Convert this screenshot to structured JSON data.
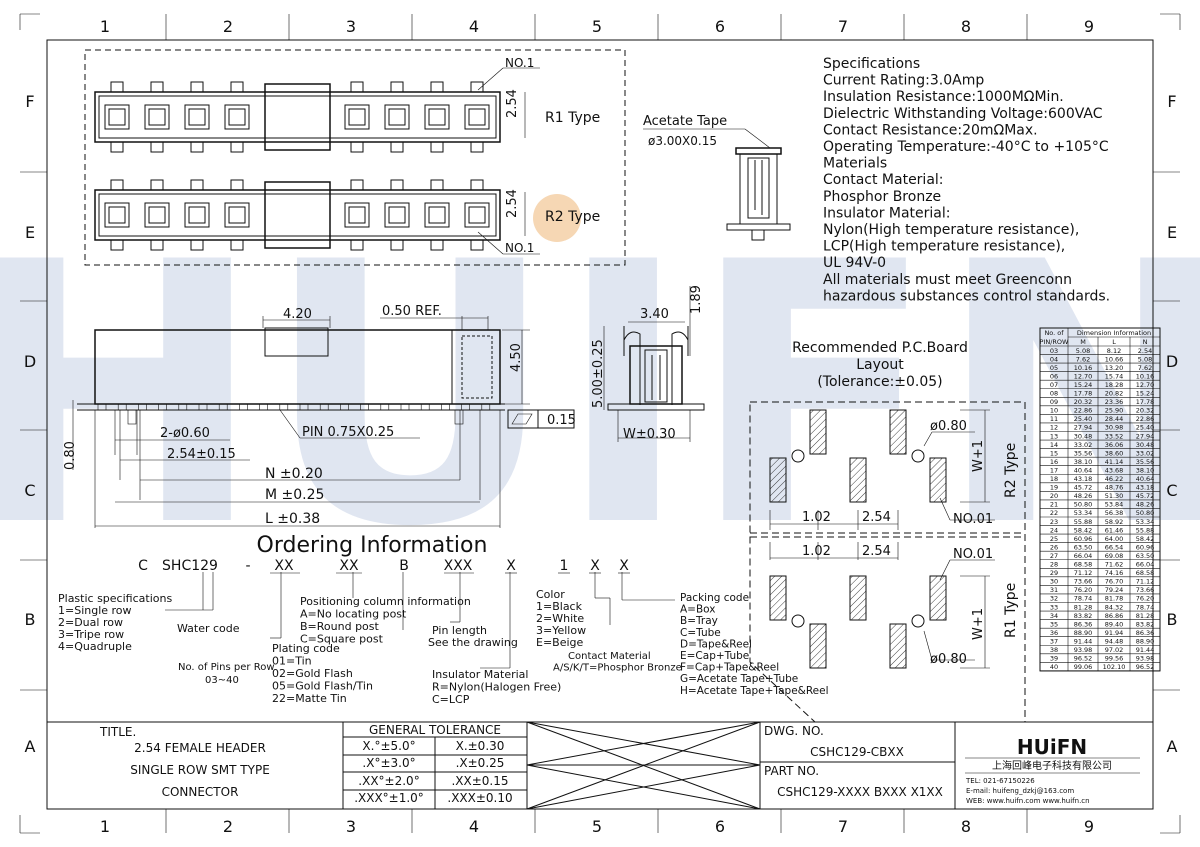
{
  "border": {
    "cols": [
      "1",
      "2",
      "3",
      "4",
      "5",
      "6",
      "7",
      "8",
      "9"
    ],
    "rows": [
      "F",
      "E",
      "D",
      "C",
      "B",
      "A"
    ]
  },
  "watermark": "HUIFN",
  "top_view": {
    "pitch_label": "2.54",
    "r1_label": "R1 Type",
    "r2_label": "R2 Type",
    "no1": "NO.1"
  },
  "tape": {
    "title": "Acetate Tape",
    "size": "ø3.00X0.15"
  },
  "specifications": {
    "lines": [
      "Specifications",
      "Current Rating:3.0Amp",
      "Insulation Resistance:1000MΩMin.",
      "Dielectric Withstanding Voltage:600VAC",
      "Contact Resistance:20mΩMax.",
      "Operating Temperature:-40°C to +105°C",
      "Materials",
      "Contact Material:",
      "Phosphor Bronze",
      "Insulator Material:",
      "Nylon(High temperature resistance),",
      "LCP(High temperature resistance),",
      "UL 94V-0",
      "All materials must meet Greenconn",
      "hazardous substances control standards."
    ]
  },
  "side_view": {
    "dim_420": "4.20",
    "dim_050": "0.50 REF.",
    "dim_450": "4.50",
    "flatness": "0.15",
    "dim_080": "0.80",
    "holes": "2-ø0.60",
    "pitch": "2.54±0.15",
    "pin": "PIN 0.75X0.25",
    "n": "N ±0.20",
    "m": "M ±0.25",
    "l": "L ±0.38"
  },
  "end_view": {
    "dim_340": "3.40",
    "dim_189": "1.89",
    "dim_500": "5.00±0.25",
    "w": "W±0.30"
  },
  "pcb": {
    "title1": "Recommended P.C.Board",
    "title2": "Layout",
    "tol": "(Tolerance:±0.05)",
    "hole": "ø0.80",
    "d102": "1.02",
    "d254": "2.54",
    "no01": "NO.01",
    "w1": "W+1",
    "r2": "R2 Type",
    "r1": "R1 Type"
  },
  "dim_table": {
    "h1": "No. of",
    "h2": "PIN/ROW",
    "h3": "Dimension Information",
    "cols": [
      "M",
      "L",
      "N"
    ],
    "rows": [
      [
        "03",
        "5.08",
        "8.12",
        "2.54"
      ],
      [
        "04",
        "7.62",
        "10.66",
        "5.08"
      ],
      [
        "05",
        "10.16",
        "13.20",
        "7.62"
      ],
      [
        "06",
        "12.70",
        "15.74",
        "10.16"
      ],
      [
        "07",
        "15.24",
        "18.28",
        "12.70"
      ],
      [
        "08",
        "17.78",
        "20.82",
        "15.24"
      ],
      [
        "09",
        "20.32",
        "23.36",
        "17.78"
      ],
      [
        "10",
        "22.86",
        "25.90",
        "20.32"
      ],
      [
        "11",
        "25.40",
        "28.44",
        "22.86"
      ],
      [
        "12",
        "27.94",
        "30.98",
        "25.40"
      ],
      [
        "13",
        "30.48",
        "33.52",
        "27.94"
      ],
      [
        "14",
        "33.02",
        "36.06",
        "30.48"
      ],
      [
        "15",
        "35.56",
        "38.60",
        "33.02"
      ],
      [
        "16",
        "38.10",
        "41.14",
        "35.56"
      ],
      [
        "17",
        "40.64",
        "43.68",
        "38.10"
      ],
      [
        "18",
        "43.18",
        "46.22",
        "40.64"
      ],
      [
        "19",
        "45.72",
        "48.76",
        "43.18"
      ],
      [
        "20",
        "48.26",
        "51.30",
        "45.72"
      ],
      [
        "21",
        "50.80",
        "53.84",
        "48.26"
      ],
      [
        "22",
        "53.34",
        "56.38",
        "50.80"
      ],
      [
        "23",
        "55.88",
        "58.92",
        "53.34"
      ],
      [
        "24",
        "58.42",
        "61.46",
        "55.88"
      ],
      [
        "25",
        "60.96",
        "64.00",
        "58.42"
      ],
      [
        "26",
        "63.50",
        "66.54",
        "60.96"
      ],
      [
        "27",
        "66.04",
        "69.08",
        "63.50"
      ],
      [
        "28",
        "68.58",
        "71.62",
        "66.04"
      ],
      [
        "29",
        "71.12",
        "74.16",
        "68.58"
      ],
      [
        "30",
        "73.66",
        "76.70",
        "71.12"
      ],
      [
        "31",
        "76.20",
        "79.24",
        "73.66"
      ],
      [
        "32",
        "78.74",
        "81.78",
        "76.20"
      ],
      [
        "33",
        "81.28",
        "84.32",
        "78.74"
      ],
      [
        "34",
        "83.82",
        "86.86",
        "81.28"
      ],
      [
        "35",
        "86.36",
        "89.40",
        "83.82"
      ],
      [
        "36",
        "88.90",
        "91.94",
        "86.36"
      ],
      [
        "37",
        "91.44",
        "94.48",
        "88.90"
      ],
      [
        "38",
        "93.98",
        "97.02",
        "91.44"
      ],
      [
        "39",
        "96.52",
        "99.56",
        "93.98"
      ],
      [
        "40",
        "99.06",
        "102.10",
        "96.52"
      ]
    ]
  },
  "ordering": {
    "title": "Ordering Information",
    "code": [
      "C",
      "SHC129",
      "-",
      "XX",
      "XX",
      "B",
      "XXX",
      "X",
      "1",
      "X",
      "X"
    ],
    "plastic": [
      "Plastic specifications",
      "1=Single row",
      "2=Dual row",
      "3=Tripe row",
      "4=Quadruple"
    ],
    "water": "Water code",
    "pins": [
      "No. of Pins per Row",
      "03~40"
    ],
    "position": [
      "Positioning column information",
      "A=No locating post",
      "B=Round post",
      "C=Square post"
    ],
    "plating": [
      "Plating code",
      "01=Tin",
      "02=Gold Flash",
      "05=Gold Flash/Tin",
      "22=Matte Tin"
    ],
    "pinlen": [
      "Pin length",
      "See the drawing"
    ],
    "insulator": [
      "Insulator Material",
      "R=Nylon(Halogen Free)",
      "C=LCP"
    ],
    "color": [
      "Color",
      "1=Black",
      "2=White",
      "3=Yellow",
      "E=Beige"
    ],
    "contact": [
      "Contact Material",
      "A/S/K/T=Phosphor Bronze"
    ],
    "packing": [
      "Packing code",
      "A=Box",
      "B=Tray",
      "C=Tube",
      "D=Tape&Reel",
      "E=Cap+Tube",
      "F=Cap+Tape&Reel",
      "G=Acetate Tape+Tube",
      "H=Acetate Tape+Tape&Reel"
    ]
  },
  "title_block": {
    "title_label": "TITLE.",
    "title_lines": [
      "2.54 FEMALE HEADER",
      "SINGLE ROW SMT TYPE",
      "CONNECTOR"
    ],
    "tol_header": "GENERAL TOLERANCE",
    "tol_rows": [
      [
        "X.°±5.0°",
        "X.±0.30"
      ],
      [
        ".X°±3.0°",
        ".X±0.25"
      ],
      [
        ".XX°±2.0°",
        ".XX±0.15"
      ],
      [
        ".XXX°±1.0°",
        ".XXX±0.10"
      ]
    ],
    "dwg_label": "DWG. NO.",
    "dwg_no": "CSHC129-CBXX",
    "part_label": "PART NO.",
    "part_no": "CSHC129-XXXX BXXX X1XX",
    "logo": "HUiFN",
    "company": "上海回峰电子科技有限公司",
    "tel": "TEL: 021-67150226",
    "email": "E-mail: huifeng_dzkj@163.com",
    "web": "WEB: www.huifn.com  www.huifn.cn"
  },
  "colors": {
    "line": "#111111",
    "watermark": "#d4dcec",
    "highlight": "#f6d7b4"
  }
}
